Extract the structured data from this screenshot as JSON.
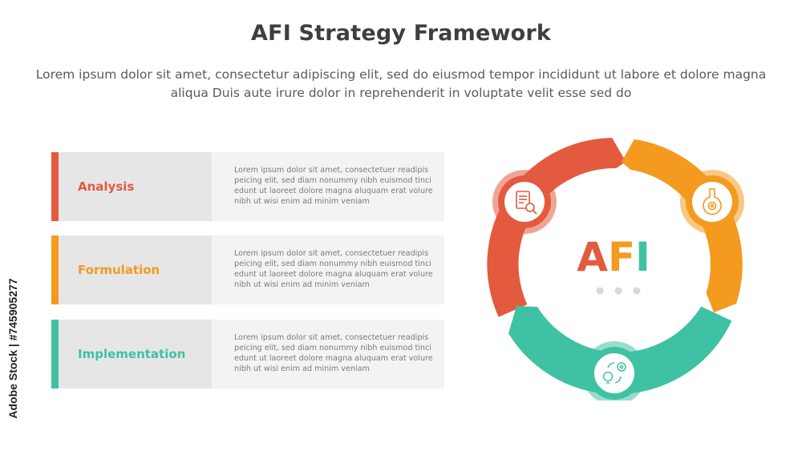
{
  "title": "AFI Strategy Framework",
  "subtitle": "Lorem ipsum dolor sit amet, consectetur adipiscing elit, sed do eiusmod tempor incididunt ut labore et dolore magna aliqua Duis aute irure dolor in reprehenderit in voluptate velit esse sed do",
  "colors": {
    "analysis": "#e35a3f",
    "formulation": "#f39a1f",
    "implementation": "#3fc2a3",
    "center_text_gray": "#c9c9c9"
  },
  "items": [
    {
      "label": "Analysis",
      "description": "Lorem ipsum dolor sit amet, consectetuer readipis peicing elit, sed diam nonummy nibh euismod tinci edunt ut laoreet dolore magna aluquam erat volure nibh ut wisi enim ad minim veniam",
      "icon": "document-search-icon"
    },
    {
      "label": "Formulation",
      "description": "Lorem ipsum dolor sit amet, consectetuer readipis peicing elit, sed diam nonummy nibh euismod tinci edunt ut laoreet dolore magna aluquam erat volure nibh ut wisi enim ad minim veniam",
      "icon": "flask-gear-icon"
    },
    {
      "label": "Implementation",
      "description": "Lorem ipsum dolor sit amet, consectetuer readipis peicing elit, sed diam nonummy nibh euismod tinci edunt ut laoreet dolore magna aluquam erat volure nibh ut wisi enim ad minim veniam",
      "icon": "idea-gear-cycle-icon"
    }
  ],
  "center": {
    "letters": [
      "A",
      "F",
      "I"
    ]
  },
  "watermark": "Adobe Stock | #745905277"
}
